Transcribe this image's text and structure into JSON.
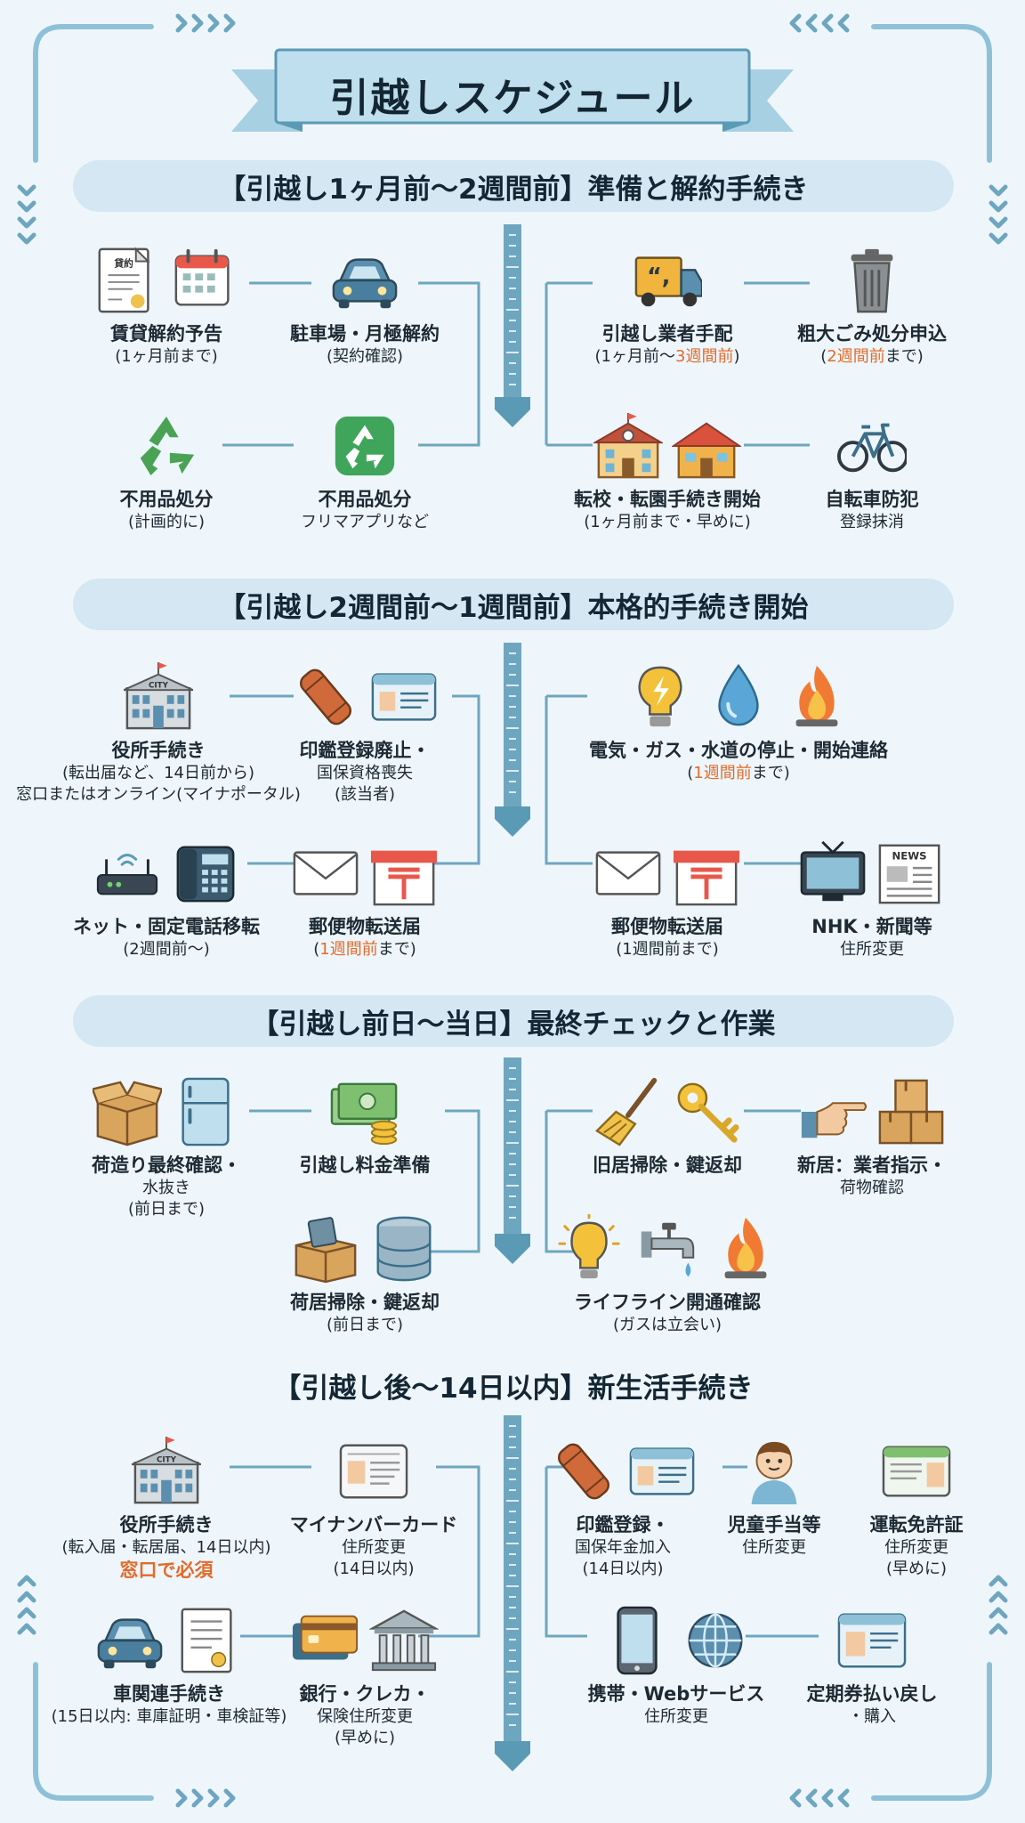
{
  "title": "引越しスケジュール",
  "colors": {
    "accent": "#5b9ab5",
    "track": "#6fa6bf",
    "highlight": "#e26b2a",
    "band": "#d4e7f2",
    "text": "#1d2a33"
  },
  "sections": [
    {
      "heading": "【引越し1ヶ月前〜2週間前】準備と解約手続き",
      "items": [
        {
          "icons": [
            "contract-document-icon",
            "calendar-icon"
          ],
          "lines": [
            {
              "t": "賃貸解約予告"
            },
            {
              "t": "(1ヶ月前まで)"
            }
          ]
        },
        {
          "icons": [
            "car-icon"
          ],
          "lines": [
            {
              "t": "駐車場・月極解約"
            },
            {
              "t": "(契約確認)"
            }
          ]
        },
        {
          "icons": [
            "recycle-icon"
          ],
          "lines": [
            {
              "t": "不用品処分"
            },
            {
              "t": "(計画的に)"
            }
          ]
        },
        {
          "icons": [
            "recycle-app-icon"
          ],
          "lines": [
            {
              "t": "不用品処分"
            },
            {
              "t": "フリマアプリなど"
            }
          ]
        },
        {
          "icons": [
            "moving-truck-icon"
          ],
          "lines": [
            {
              "t": "引越し業者手配"
            },
            {
              "pre": "(1ヶ月前〜",
              "hl": "3週間前",
              "post": ")"
            }
          ]
        },
        {
          "icons": [
            "trash-can-icon"
          ],
          "lines": [
            {
              "t": "粗大ごみ処分申込"
            },
            {
              "pre": "(",
              "hl": "2週間前",
              "post": "まで)"
            }
          ]
        },
        {
          "icons": [
            "school-building-icon",
            "kindergarten-icon"
          ],
          "lines": [
            {
              "t": "転校・転園手続き開始"
            },
            {
              "t": "(1ヶ月前まで・早めに)"
            }
          ]
        },
        {
          "icons": [
            "bicycle-icon"
          ],
          "lines": [
            {
              "t": "自転車防犯"
            },
            {
              "t": "登録抹消"
            }
          ]
        }
      ]
    },
    {
      "heading": "【引越し2週間前〜1週間前】本格的手続き開始",
      "items": [
        {
          "icons": [
            "city-hall-icon"
          ],
          "lines": [
            {
              "t": "役所手続き"
            },
            {
              "t": "(転出届など、14日前から)"
            },
            {
              "t": "窓口またはオンライン(マイナポータル)"
            }
          ]
        },
        {
          "icons": [
            "seal-stamp-icon",
            "insurance-card-icon"
          ],
          "lines": [
            {
              "t": "印鑑登録廃止・"
            },
            {
              "t": "国保資格喪失"
            },
            {
              "t": "(該当者)"
            }
          ]
        },
        {
          "icons": [
            "router-icon",
            "desk-phone-icon"
          ],
          "lines": [
            {
              "t": "ネット・固定電話移転"
            },
            {
              "t": "(2週間前〜)"
            }
          ]
        },
        {
          "icons": [
            "envelope-icon",
            "post-office-icon"
          ],
          "lines": [
            {
              "t": "郵便物転送届"
            },
            {
              "pre": "(",
              "hl": "1週間前",
              "post": "まで)"
            }
          ]
        },
        {
          "icons": [
            "electricity-icon",
            "water-drop-icon",
            "gas-flame-icon"
          ],
          "lines": [
            {
              "t": "電気・ガス・水道の停止・開始連絡"
            },
            {
              "pre": "(",
              "hl": "1週間前",
              "post": "まで)"
            }
          ]
        },
        {
          "icons": [
            "envelope-icon",
            "post-office-icon"
          ],
          "lines": [
            {
              "t": "郵便物転送届"
            },
            {
              "t": "(1週間前まで)"
            }
          ]
        },
        {
          "icons": [
            "television-icon",
            "newspaper-icon"
          ],
          "lines": [
            {
              "t": "NHK・新聞等"
            },
            {
              "t": "住所変更"
            }
          ]
        }
      ]
    },
    {
      "heading": "【引越し前日〜当日】最終チェックと作業",
      "items": [
        {
          "icons": [
            "packing-box-icon",
            "refrigerator-icon"
          ],
          "lines": [
            {
              "t": "荷造り最終確認・"
            },
            {
              "t": "水抜き"
            },
            {
              "t": "(前日まで)"
            }
          ]
        },
        {
          "icons": [
            "cash-coins-icon"
          ],
          "lines": [
            {
              "t": "引越し料金準備"
            }
          ]
        },
        {
          "icons": [
            "open-box-icon",
            "storage-tank-icon"
          ],
          "lines": [
            {
              "t": "荷居掃除・鍵返却"
            },
            {
              "t": "(前日まで)"
            }
          ]
        },
        {
          "icons": [
            "broom-icon",
            "key-icon"
          ],
          "lines": [
            {
              "t": "旧居掃除・鍵返却"
            }
          ]
        },
        {
          "icons": [
            "pointing-hand-icon",
            "stacked-boxes-icon"
          ],
          "lines": [
            {
              "t": "新居：業者指示・"
            },
            {
              "t": "荷物確認"
            }
          ]
        },
        {
          "icons": [
            "light-bulb-icon",
            "water-faucet-icon",
            "gas-flame-icon"
          ],
          "lines": [
            {
              "t": "ライフライン開通確認"
            },
            {
              "t": "(ガスは立会い)"
            }
          ]
        }
      ]
    },
    {
      "heading": "【引越し後〜14日以内】新生活手続き",
      "items": [
        {
          "icons": [
            "city-hall-icon"
          ],
          "lines": [
            {
              "t": "役所手続き"
            },
            {
              "t": "(転入届・転居届、14日以内)"
            },
            {
              "hlrow": "窓口で必須"
            }
          ]
        },
        {
          "icons": [
            "my-number-card-icon"
          ],
          "lines": [
            {
              "t": "マイナンバーカード"
            },
            {
              "t": "住所変更"
            },
            {
              "t": "(14日以内)"
            }
          ]
        },
        {
          "icons": [
            "car-icon",
            "document-icon"
          ],
          "lines": [
            {
              "t": "車関連手続き"
            },
            {
              "t": "(15日以内: 車庫証明・車検証等)"
            }
          ]
        },
        {
          "icons": [
            "credit-card-icon",
            "bank-icon"
          ],
          "lines": [
            {
              "t": "銀行・クレカ・"
            },
            {
              "t": "保険住所変更"
            },
            {
              "t": "(早めに)"
            }
          ]
        },
        {
          "icons": [
            "seal-stamp-icon",
            "insurance-card-icon"
          ],
          "lines": [
            {
              "t": "印鑑登録・"
            },
            {
              "t": "国保年金加入"
            },
            {
              "t": "(14日以内)"
            }
          ]
        },
        {
          "icons": [
            "child-icon"
          ],
          "lines": [
            {
              "t": "児童手当等"
            },
            {
              "t": "住所変更"
            }
          ]
        },
        {
          "icons": [
            "drivers-license-icon"
          ],
          "lines": [
            {
              "t": "運転免許証"
            },
            {
              "t": "住所変更"
            },
            {
              "t": "(早めに)"
            }
          ]
        },
        {
          "icons": [
            "smartphone-icon",
            "globe-icon"
          ],
          "lines": [
            {
              "t": "携帯・Webサービス"
            },
            {
              "t": "住所変更"
            }
          ]
        },
        {
          "icons": [
            "commuter-pass-icon"
          ],
          "lines": [
            {
              "t": "定期券払い戻し"
            },
            {
              "t": "・購入"
            }
          ]
        }
      ]
    }
  ]
}
